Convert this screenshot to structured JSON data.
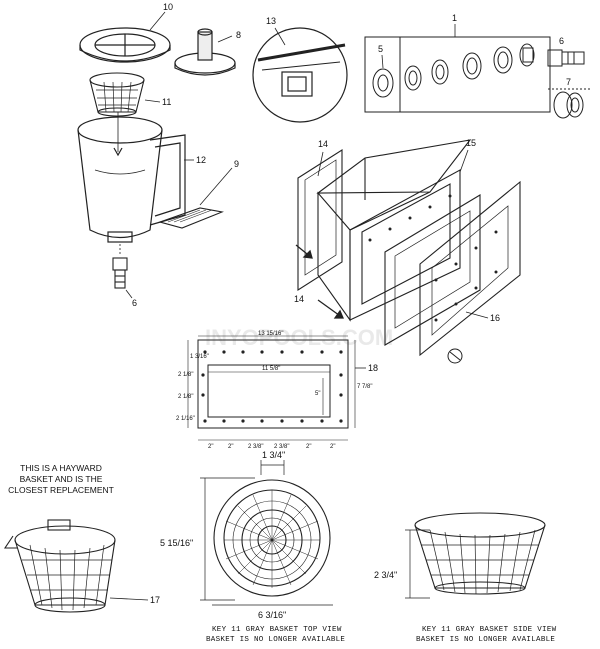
{
  "callouts": {
    "c1": "1",
    "c5": "5",
    "c6": "6",
    "c6b": "6",
    "c7": "7",
    "c8": "8",
    "c9": "9",
    "c10": "10",
    "c11": "11",
    "c12": "12",
    "c13": "13",
    "c14": "14",
    "c14b": "14",
    "c15": "15",
    "c16": "16",
    "c17": "17",
    "c18": "18"
  },
  "dimensions": {
    "overall_width": "13 15/16\"",
    "inner_width": "11 5/8\"",
    "inner_height": "5\"",
    "overall_height": "7 7/8\"",
    "left_stack": [
      "2 1/8\"",
      "2 1/8\"",
      "2 1/16\""
    ],
    "top_left": "1 3/16\"",
    "spacings": [
      "2\"",
      "2\"",
      "2 3/8\"",
      "2 3/8\"",
      "2\"",
      "2\""
    ],
    "basket_top": "1 3/4\"",
    "basket_height_top": "5 15/16\"",
    "basket_width": "6 3/16\"",
    "basket_height_side": "2 3/4\""
  },
  "notes": {
    "hayward": "THIS IS A HAYWARD BASKET AND IS THE CLOSEST REPLACEMENT"
  },
  "captions": {
    "top_view_line1": "KEY 11 GRAY BASKET TOP VIEW",
    "top_view_line2": "BASKET IS NO LONGER AVAILABLE",
    "side_view_line1": "KEY 11 GRAY BASKET SIDE VIEW",
    "side_view_line2": "BASKET IS NO LONGER AVAILABLE"
  },
  "watermark": "INYOPOOLS.COM"
}
